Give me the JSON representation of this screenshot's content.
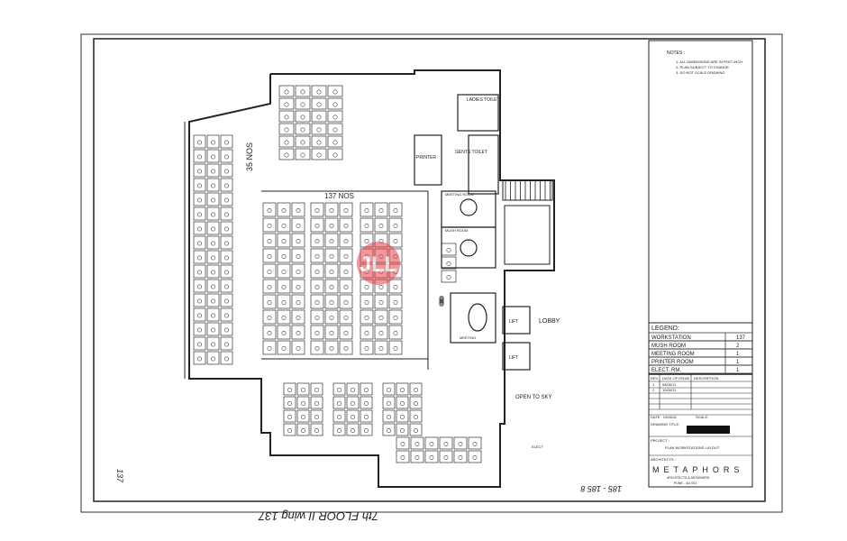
{
  "drawing": {
    "area_label": "137 NOS",
    "zone_label": "35 NOS",
    "rooms": {
      "ladies_toilet": "LADIES TOILET",
      "gents_toilet": "GENTS TOILET",
      "printer": "PRINTER",
      "meeting_room_1": "MEETING ROOM",
      "mush_room": "MUSH ROOM",
      "meeting": "MEETING",
      "lift_1": "LIFT",
      "lift_2": "LIFT",
      "lobby": "LOBBY",
      "open_to_sky": "OPEN TO SKY",
      "elect": "ELECT"
    },
    "handwriting": {
      "bottom": "7th FLOOR II wing 137",
      "bottom_right": "185 - 185 8",
      "left": "137"
    }
  },
  "title_block": {
    "notes_heading": "NOTES :",
    "notes": [
      "1. ALL DIMENSIONS ARE IN FEET-INCH",
      "2. PLAN SUBJECT TO CHANGE",
      "3. DO NOT SCALE DRAWING"
    ],
    "legend_heading": "LEGEND:",
    "legend": [
      {
        "item": "WORKSTATION",
        "count": "137"
      },
      {
        "item": "MUSH ROOM",
        "count": "2"
      },
      {
        "item": "MEETING ROOM",
        "count": "1"
      },
      {
        "item": "PRINTER ROOM",
        "count": "1"
      },
      {
        "item": "ELECT. RM.",
        "count": "1"
      }
    ],
    "revision_headers": [
      "REV.",
      "DATE OF ISSUE",
      "DESCRIPTION"
    ],
    "revisions": [
      [
        "1",
        "08/06/11",
        ""
      ],
      [
        "2",
        "10/06/11",
        ""
      ]
    ],
    "date_label": "DATE : 10/06/11",
    "scale_label": "SCALE :",
    "drawing_title_label": "DRAWING TITLE :",
    "project_label": "PROJECT :",
    "project_name": "PLAN WORKSTATIONS LAYOUT",
    "architect_label": "ARCHITECTS :",
    "firm_name": "METAPHORS",
    "firm_sub": "ARCHITECTS & DESIGNERS",
    "firm_address": "PUNE - 411 001"
  },
  "colors": {
    "ink": "#1a1a1a",
    "watermark": "#e8424a"
  }
}
